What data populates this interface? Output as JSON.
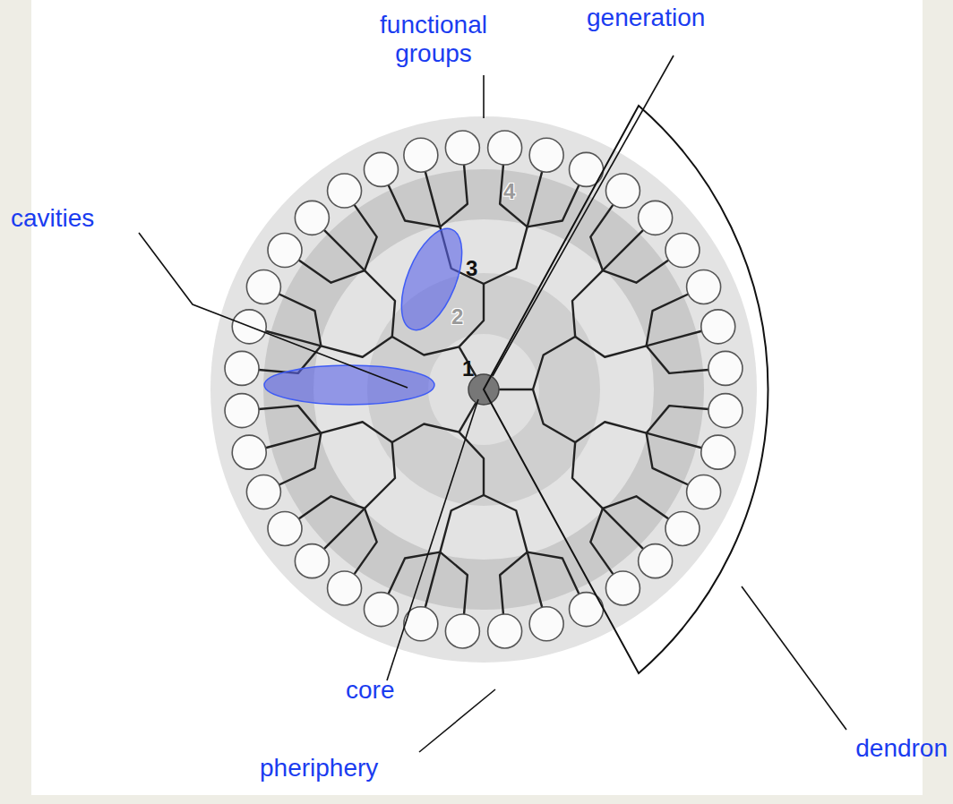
{
  "diagram": {
    "labels": [
      "functional groups",
      "generation",
      "4",
      "3",
      "2",
      "1",
      "cavities",
      "core",
      "pheriphery",
      "dendron"
    ]
  }
}
